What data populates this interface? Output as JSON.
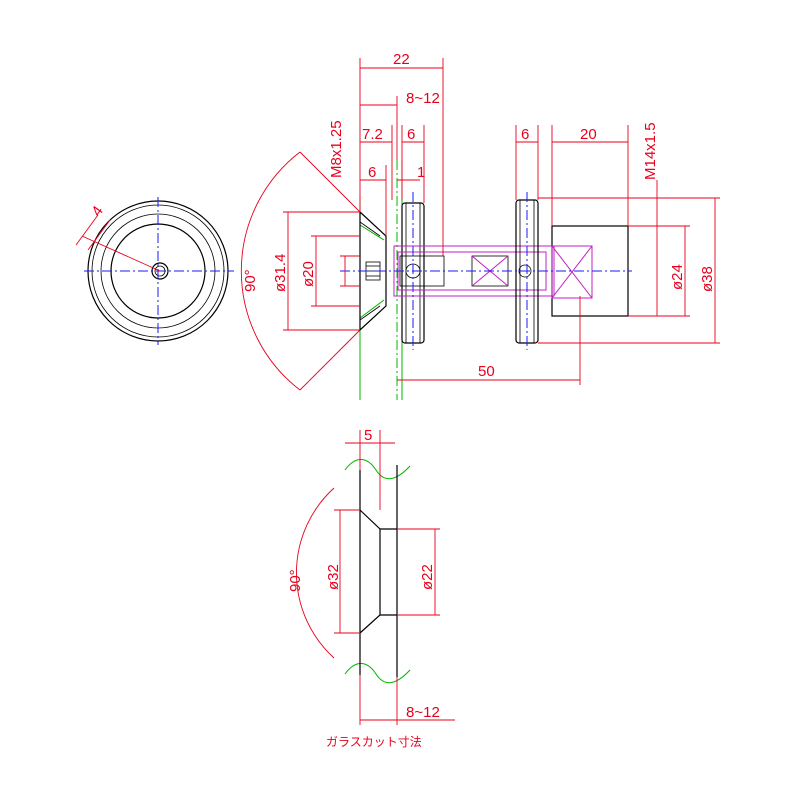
{
  "colors": {
    "outline": "#000000",
    "dimension": "#e8001c",
    "centerline": "#1a1aff",
    "glass": "#00b400",
    "hidden": "#c020c0"
  },
  "dimensions": {
    "d22": "22",
    "d8_12_top": "8~12",
    "d7_2": "7.2",
    "d6_a": "6",
    "d6_b": "6",
    "d20": "20",
    "m8": "M8x1.25",
    "m14": "M14x1.5",
    "d6_c": "6",
    "d1": "1",
    "d4": "4",
    "a90_top": "90°",
    "dia31_4": "ø31.4",
    "dia20": "ø20",
    "dia24": "ø24",
    "dia38": "ø38",
    "d50": "50",
    "d5": "5",
    "a90_bottom": "90°",
    "dia32": "ø32",
    "dia22": "ø22",
    "d8_12_bottom": "8~12"
  },
  "notes": {
    "glass_cut": "ガラスカット寸法"
  }
}
